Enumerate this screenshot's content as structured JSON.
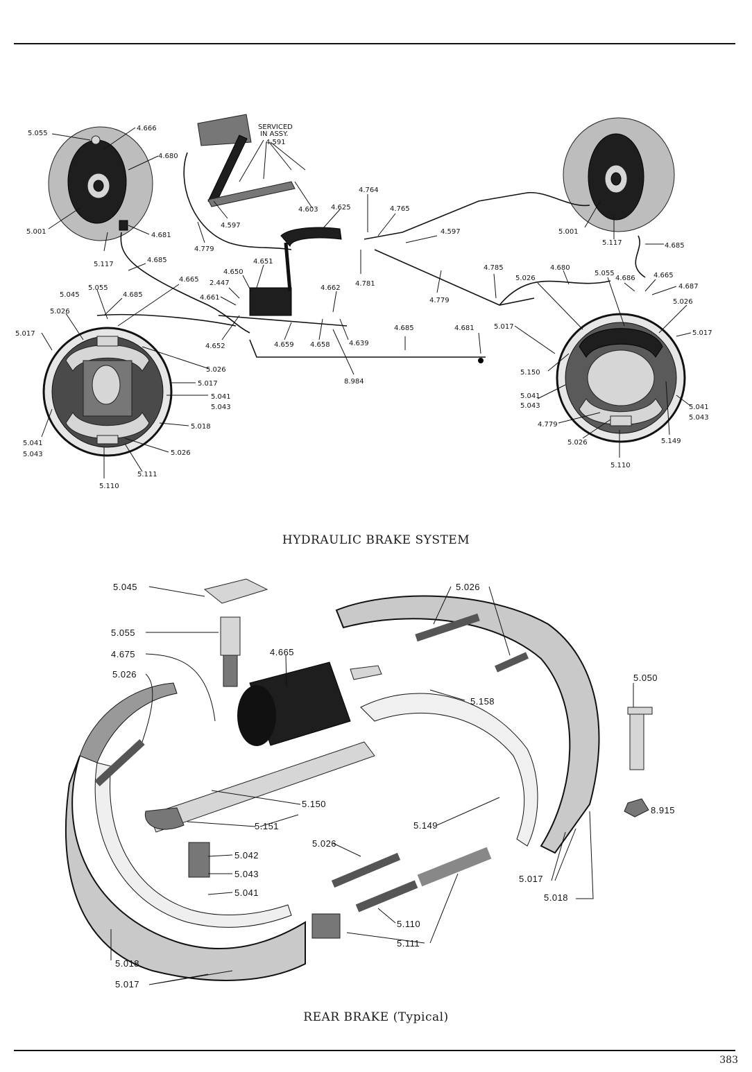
{
  "page_number": "383",
  "captions": {
    "hydraulic": "HYDRAULIC BRAKE SYSTEM",
    "rear": "REAR BRAKE (Typical)"
  },
  "hydraulic_labels": {
    "l5055a": "5.055",
    "l4666": "4.666",
    "l4680a": "4.680",
    "l5001a": "5.001",
    "l4681a": "4.681",
    "l5117a": "5.117",
    "l4685a": "4.685",
    "serviced": "SERVICED",
    "inassy": "IN ASSY.",
    "l4591": "4.591",
    "l4603": "4.603",
    "l4625": "4.625",
    "l4597a": "4.597",
    "l4779a": "4.779",
    "l4764": "4.764",
    "l4765": "4.765",
    "l4597b": "4.597",
    "l4781": "4.781",
    "l5001b": "5.001",
    "l5117b": "5.117",
    "l4685b": "4.685",
    "l4665a": "4.665",
    "l5045a": "5.045",
    "l5055b": "5.055",
    "l4685c": "4.685",
    "l5026a": "5.026",
    "l5017a": "5.017",
    "l4651": "4.651",
    "l4650": "4.650",
    "l2447": "2.447",
    "l4661": "4.661",
    "l4662": "4.662",
    "l4652": "4.652",
    "l4659": "4.659",
    "l4658": "4.658",
    "l4639": "4.639",
    "l8984": "8.984",
    "l4779b": "4.779",
    "l4785": "4.785",
    "l4680b": "4.680",
    "l4685d": "4.685",
    "l4681b": "4.681",
    "l5026b": "5.026",
    "l5055c": "5.055",
    "l4686": "4.686",
    "l4665b": "4.665",
    "l4687": "4.687",
    "l5026c": "5.026",
    "l5017b": "5.017",
    "l5017c": "5.017",
    "l5026d": "5.026",
    "l5017d": "5.017",
    "l5041a": "5.041",
    "l5043a": "5.043",
    "l5018a": "5.018",
    "l5041b": "5.041",
    "l5043b": "5.043",
    "l5026e": "5.026",
    "l5111a": "5.111",
    "l5110a": "5.110",
    "l5150a": "5.150",
    "l5041c": "5.041",
    "l5043c": "5.043",
    "l4779c": "4.779",
    "l5026f": "5.026",
    "l5110b": "5.110",
    "l5149a": "5.149",
    "l5041d": "5.041",
    "l5043d": "5.043"
  },
  "rear_labels": {
    "r5045": "5.045",
    "r5055": "5.055",
    "r4675": "4.675",
    "r5026a": "5.026",
    "r4665": "4.665",
    "r5026b": "5.026",
    "r5158": "5.158",
    "r5050": "5.050",
    "r5150": "5.150",
    "r5151": "5.151",
    "r5149": "5.149",
    "r8915": "8.915",
    "r5042": "5.042",
    "r5043": "5.043",
    "r5041": "5.041",
    "r5026c": "5.026",
    "r5110": "5.110",
    "r5111": "5.111",
    "r5017a": "5.017",
    "r5018a": "5.018",
    "r5018b": "5.018",
    "r5017b": "5.017"
  }
}
